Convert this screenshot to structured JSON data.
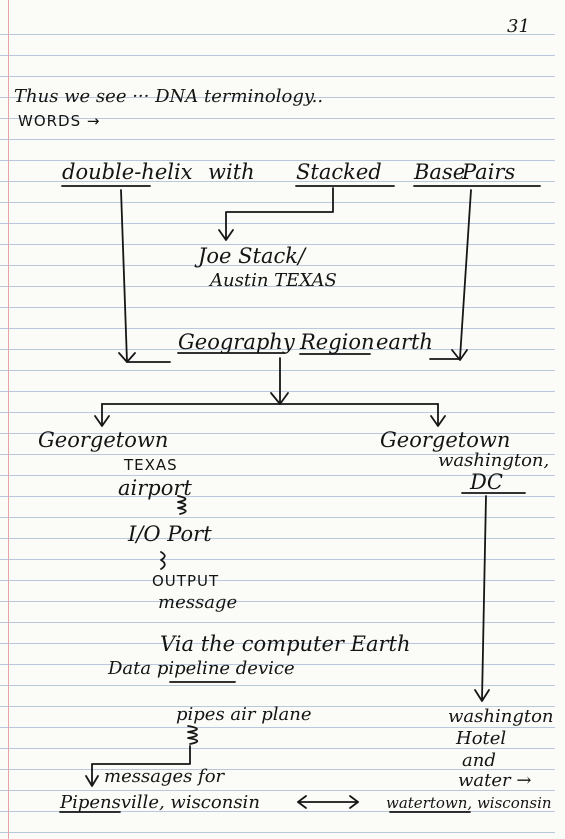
{
  "page_number": "31",
  "lines": {
    "intro_1": "Thus we see ··· DNA terminology..",
    "intro_2": "WORDS →",
    "helix_1": "double-helix",
    "helix_2": "with",
    "helix_3": "Stacked",
    "helix_4": "Base",
    "helix_5": "Pairs",
    "joe_1": "Joe Stack/",
    "joe_2": "Austin TEXAS",
    "geo_1": "Geography",
    "geo_2": "Region",
    "geo_3": "earth",
    "left_1": "Georgetown",
    "left_2": "TEXAS",
    "left_3": "airport",
    "left_4": "I/O Port",
    "left_5": "OUTPUT",
    "left_6": "message",
    "via": "Via the computer Earth",
    "data_1": "Data pipeline device",
    "pipes": "pipes air plane",
    "messages": "messages for",
    "pipens": "Pipensville, wisconsin",
    "right_1": "Georgetown",
    "right_2": "washington,",
    "right_3": "DC",
    "right_4": "washington",
    "right_5": "Hotel",
    "right_6": "and",
    "right_7": "water →",
    "watertown": "watertown, wisconsin"
  }
}
